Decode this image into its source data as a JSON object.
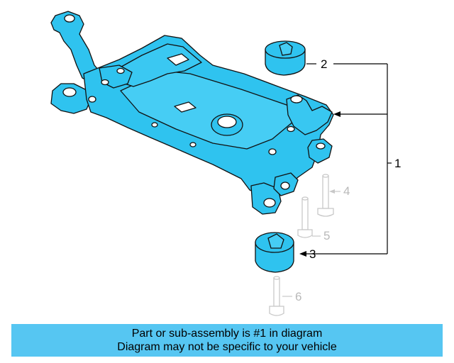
{
  "diagram": {
    "callouts": [
      {
        "id": "1",
        "label": "1",
        "faded": false
      },
      {
        "id": "2",
        "label": "2",
        "faded": false
      },
      {
        "id": "3",
        "label": "3",
        "faded": false
      },
      {
        "id": "4",
        "label": "4",
        "faded": true
      },
      {
        "id": "5",
        "label": "5",
        "faded": true
      },
      {
        "id": "6",
        "label": "6",
        "faded": true
      }
    ],
    "colors": {
      "part_fill": "#2fc3ef",
      "outline": "#111111",
      "faded_part": "#c8c8c8",
      "leader_line": "#000000"
    }
  },
  "banner": {
    "line1": "Part or sub-assembly is #1 in diagram",
    "line2": "Diagram may not be specific to your vehicle",
    "background": "#56c6f2"
  }
}
